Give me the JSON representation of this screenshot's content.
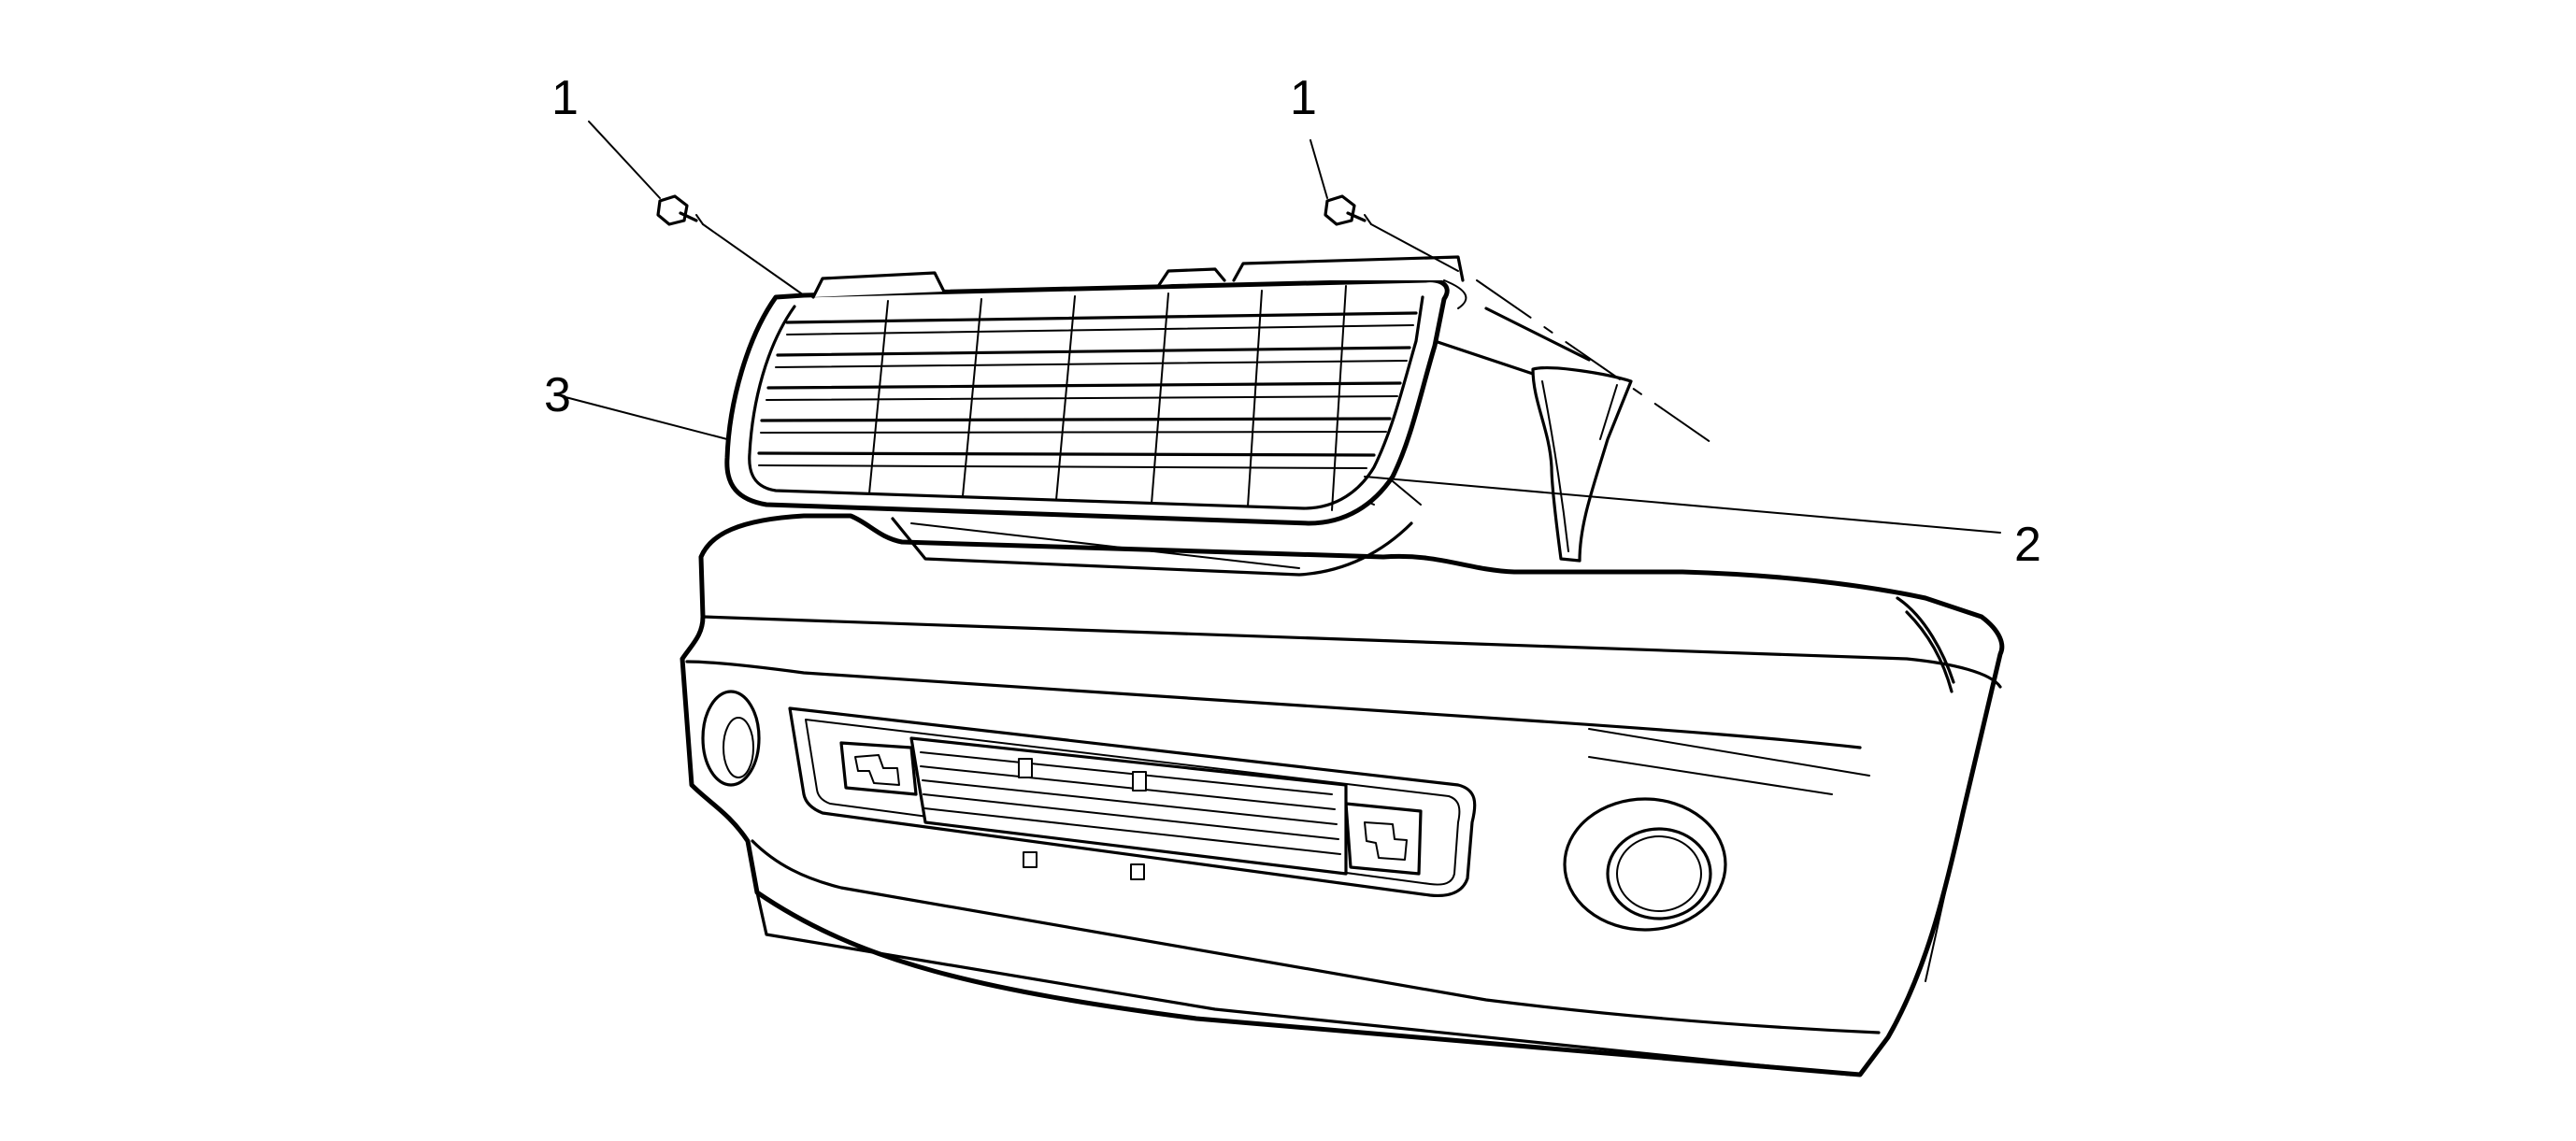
{
  "diagram": {
    "callouts": [
      {
        "id": "callout-1-left",
        "text": "1"
      },
      {
        "id": "callout-1-right",
        "text": "1"
      },
      {
        "id": "callout-2",
        "text": "2"
      },
      {
        "id": "callout-3",
        "text": "3"
      }
    ],
    "stroke_color": "#000000",
    "background": "#ffffff"
  }
}
